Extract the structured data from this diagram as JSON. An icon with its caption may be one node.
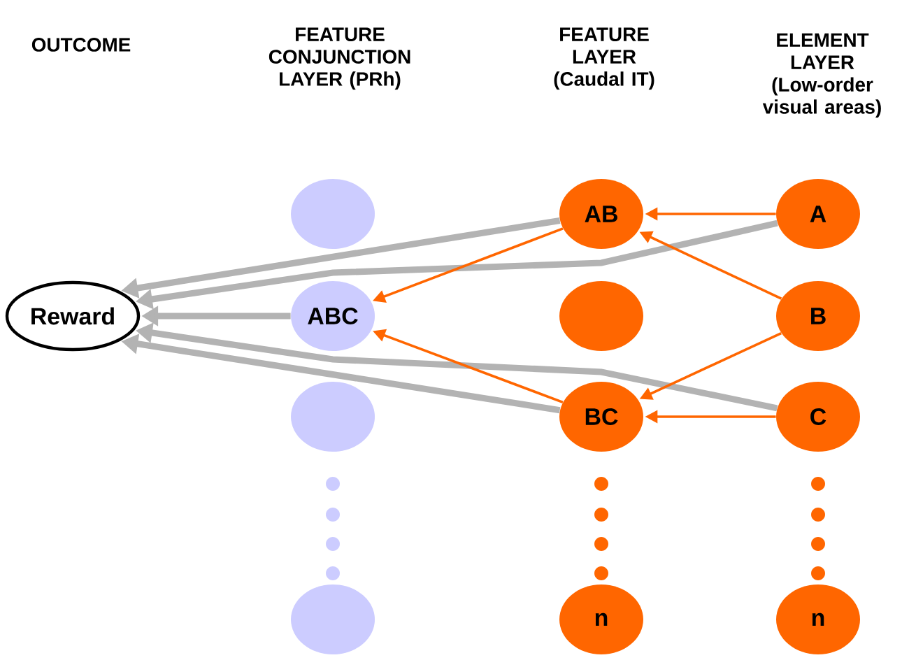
{
  "diagram": {
    "nodes": [
      {
        "text": [
          "Reward"
        ]
      },
      {
        "text": [],
        "shape": "circle"
      },
      {
        "text": [
          "ABC"
        ]
      },
      {
        "text": [],
        "shape": "circle"
      },
      {
        "text": [],
        "shape": "circle"
      },
      {
        "text": [
          "AB"
        ]
      },
      {
        "text": [],
        "shape": "circle"
      },
      {
        "text": [
          "BC"
        ]
      },
      {
        "text": [
          "n"
        ]
      },
      {
        "text": [
          "A"
        ]
      },
      {
        "text": [
          "B"
        ]
      },
      {
        "text": [
          "C"
        ]
      },
      {
        "text": [
          "n"
        ]
      }
    ],
    "edges": [
      {
        "from": 2,
        "to": 0,
        "arrow": "to",
        "style": "thick",
        "color": "#b3b3b3"
      },
      {
        "from": 5,
        "to": 0,
        "arrow": "to",
        "style": "thick",
        "color": "#b3b3b3"
      },
      {
        "from": 9,
        "to": 0,
        "arrow": "to",
        "style": "thick",
        "color": "#b3b3b3"
      },
      {
        "from": 11,
        "to": 0,
        "arrow": "to",
        "style": "thick",
        "color": "#b3b3b3"
      },
      {
        "from": 7,
        "to": 0,
        "arrow": "to",
        "style": "thick",
        "color": "#b3b3b3"
      },
      {
        "from": 9,
        "to": 5,
        "arrow": "to"
      },
      {
        "from": 10,
        "to": 5,
        "arrow": "to"
      },
      {
        "from": 10,
        "to": 7,
        "arrow": "to"
      },
      {
        "from": 11,
        "to": 7,
        "arrow": "to"
      },
      {
        "from": 5,
        "to": 2,
        "arrow": "to"
      },
      {
        "from": 7,
        "to": 2,
        "arrow": "to"
      }
    ],
    "labels": [
      "OUTCOME",
      "FEATURE CONJUNCTION LAYER (PRh)",
      "FEATURE LAYER (Caudal IT)",
      "ELEMENT LAYER (Low-order visual areas)"
    ]
  }
}
